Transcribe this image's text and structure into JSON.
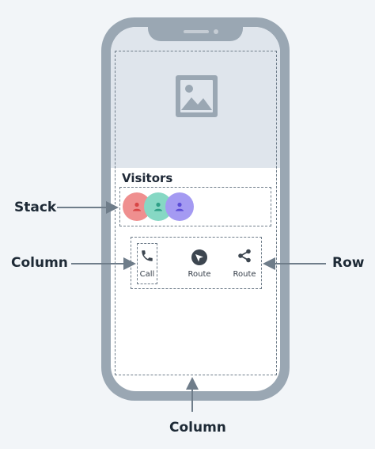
{
  "visitors": {
    "title": "Visitors"
  },
  "actions": [
    {
      "label": "Call",
      "icon": "phone-icon"
    },
    {
      "label": "Route",
      "icon": "navigation-icon"
    },
    {
      "label": "Route",
      "icon": "share-icon"
    }
  ],
  "avatars": [
    {
      "name": "visitor-avatar-1",
      "bg": "#ef8f8f",
      "fg": "#d84545"
    },
    {
      "name": "visitor-avatar-2",
      "bg": "#86d8c4",
      "fg": "#2e9f86"
    },
    {
      "name": "visitor-avatar-3",
      "bg": "#a49af2",
      "fg": "#5a4bd6"
    }
  ],
  "labels": {
    "stack": "Stack",
    "column_left": "Column",
    "row": "Row",
    "column_bottom": "Column"
  },
  "colors": {
    "background": "#f2f5f8",
    "phone_frame": "#9aa7b3",
    "hero": "#dfe5ec",
    "icon_dark": "#3d4650",
    "arrow": "#6f7d8a"
  }
}
